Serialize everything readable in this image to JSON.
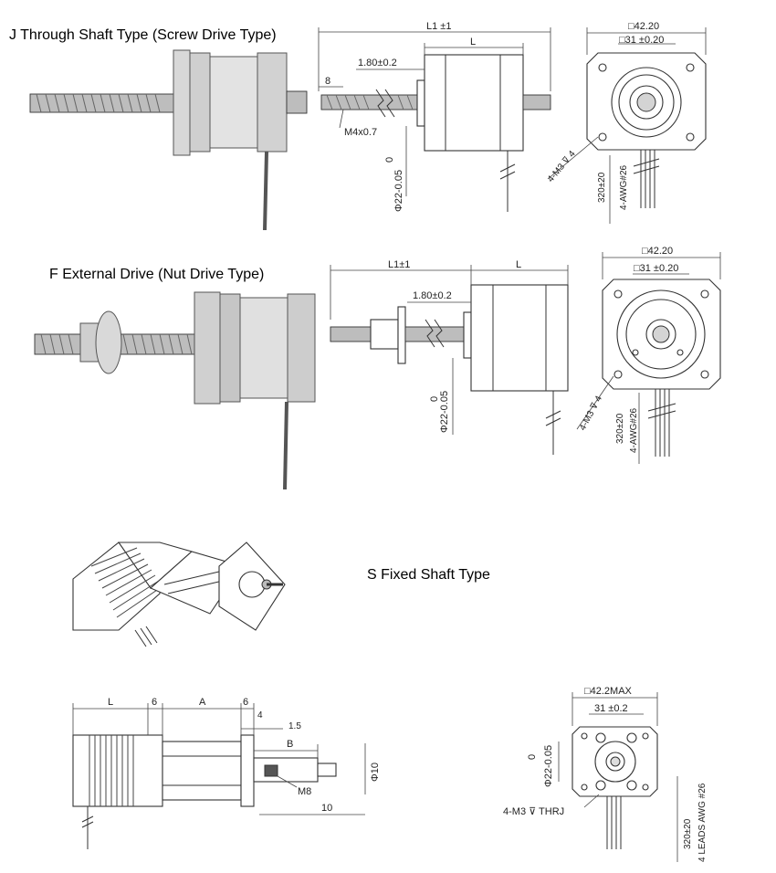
{
  "sections": {
    "j": {
      "title": "J Through Shaft Type (Screw Drive Type)",
      "dims": {
        "l1": "L1 ±1",
        "l": "L",
        "flange": "1.80±0.2",
        "end": "8",
        "thread": "M4x0.7",
        "dia_top": "0",
        "dia": "Φ22-0.05",
        "square": "□42.20",
        "pitch": "□31 ±0.20",
        "holes": "4-M3 ⊽ 4",
        "lead_len": "320±20",
        "awg": "4-AWG#26"
      }
    },
    "f": {
      "title": "F External Drive (Nut Drive Type)",
      "dims": {
        "l1": "L1±1",
        "l": "L",
        "flange": "1.80±0.2",
        "dia_top": "0",
        "dia": "Φ22-0.05",
        "square": "□42.20",
        "pitch": "□31 ±0.20",
        "holes": "4-M3 ⊽ 4",
        "lead_len": "320±20",
        "awg": "4-AWG#26"
      }
    },
    "s": {
      "title": "S Fixed Shaft Type",
      "dims": {
        "l": "L",
        "six_a": "6",
        "a": "A",
        "six_b": "6",
        "four": "4",
        "one5": "1.5",
        "b": "B",
        "m8": "M8",
        "ten": "10",
        "dia10": "Φ10",
        "square": "□42.2MAX",
        "pitch": "31 ±0.2",
        "dia_top": "0",
        "dia": "Φ22-0.05",
        "holes": "4-M3 ⊽ THRJ",
        "lead_len": "320±20",
        "leads": "4 LEADS AWG #26"
      }
    }
  }
}
